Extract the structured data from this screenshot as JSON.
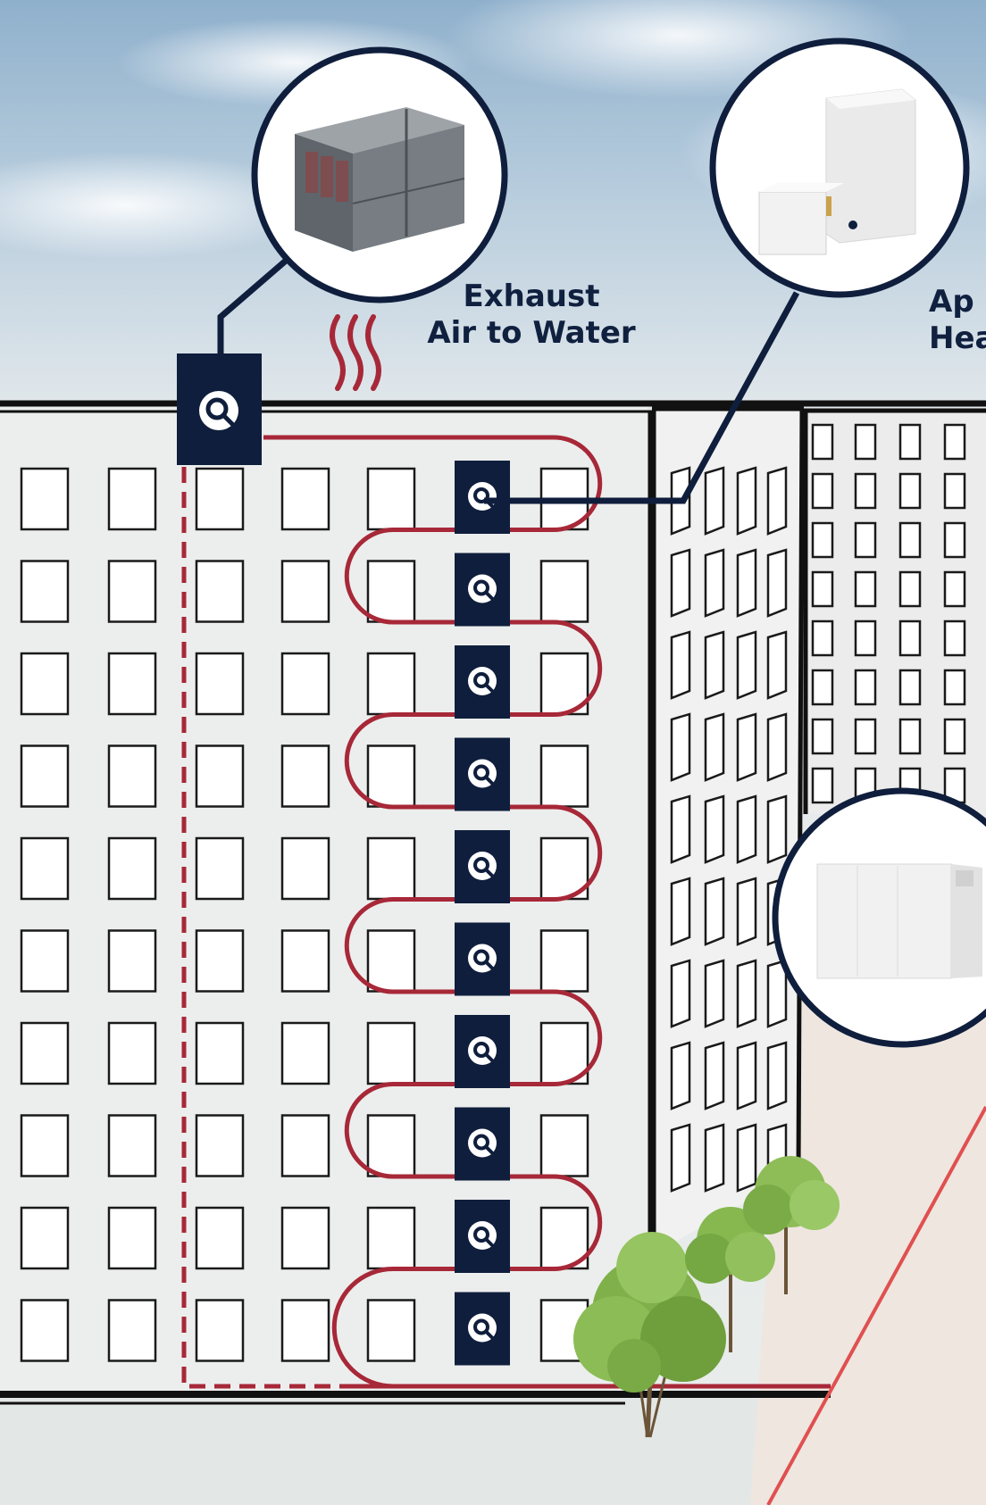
{
  "labels": {
    "exhaust_line1": "Exhaust",
    "exhaust_line2": "Air to Water",
    "apartment_line1": "Ap",
    "apartment_line2": "Hea"
  },
  "colors": {
    "navy": "#0f1e3c",
    "red_loop": "#a72838",
    "red_line": "#e05050",
    "window_stroke": "#1a1a1a"
  },
  "icons": {
    "riser_unit": "search-magnifier-icon",
    "roof_unit": "search-magnifier-icon"
  },
  "floors": 10
}
